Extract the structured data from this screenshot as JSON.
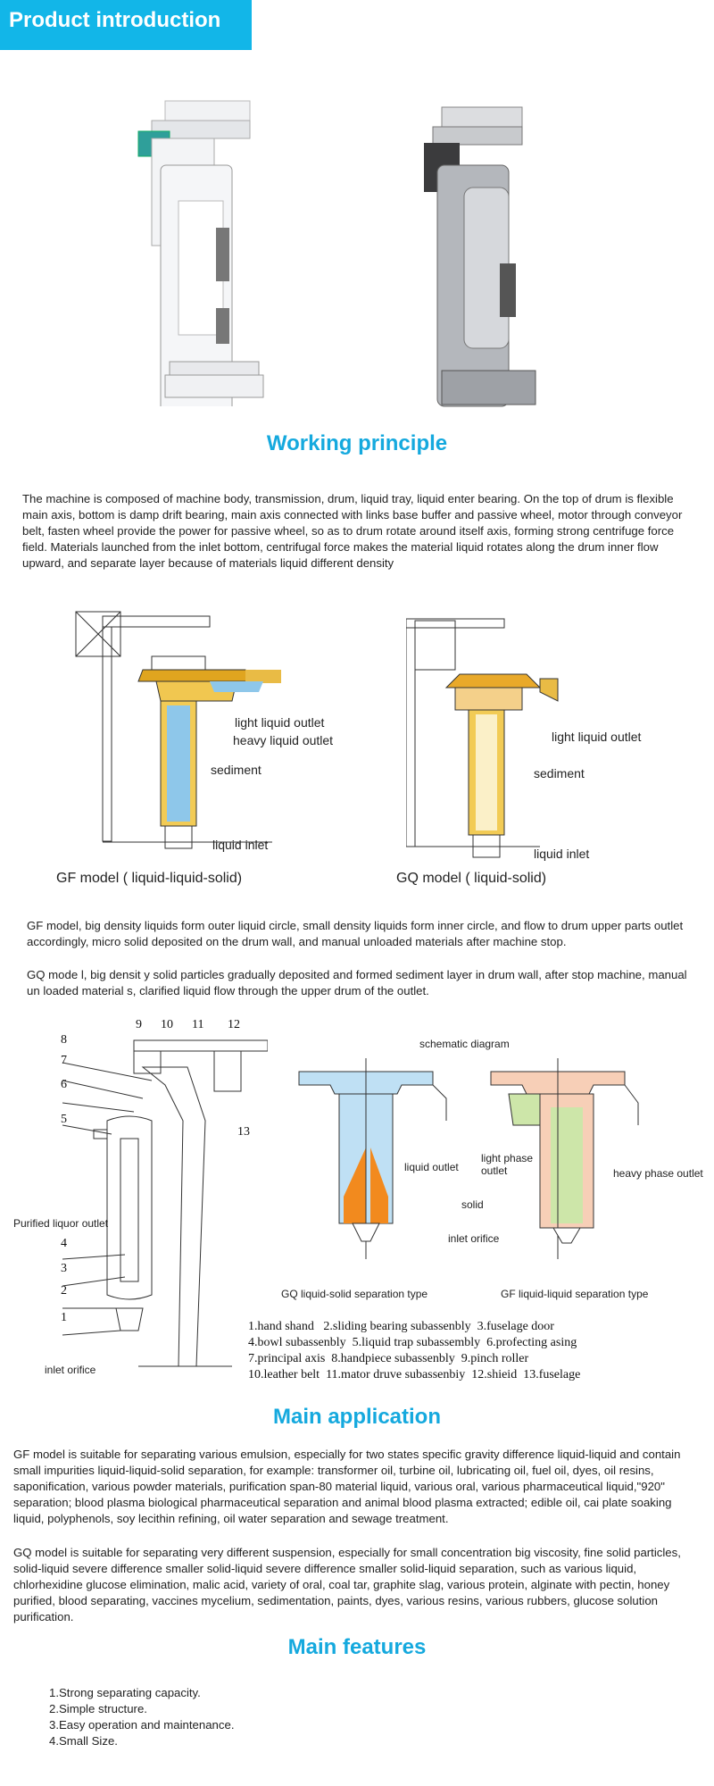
{
  "banner": {
    "title": "Product introduction"
  },
  "headings": {
    "working_principle": "Working principle",
    "main_application": "Main application",
    "main_features": "Main features"
  },
  "working_principle_text": "The machine is composed of machine body, transmission, drum, liquid tray, liquid enter bearing. On the top of drum is flexible main axis, bottom is damp drift bearing, main axis connected with links base buffer and passive wheel, motor through conveyor belt, fasten wheel provide the power for passive wheel, so as to drum rotate around itself axis, forming strong centrifuge force field. Materials launched from the inlet bottom, centrifugal force makes the material liquid rotates along the drum inner flow upward, and separate layer because of materials liquid different density",
  "models_diagram": {
    "gf_labels": {
      "light": "light liquid outlet",
      "heavy": "heavy liquid outlet",
      "sediment": "sediment",
      "inlet": "liquid inlet"
    },
    "gq_labels": {
      "light": "light liquid outlet",
      "sediment": "sediment",
      "inlet": "liquid inlet"
    },
    "gf_caption": "GF model ( liquid-liquid-solid)",
    "gq_caption": "GQ model ( liquid-solid)"
  },
  "model_desc": {
    "gf": "GF model, big density liquids form outer liquid circle, small density liquids form inner circle, and flow to drum upper parts outlet accordingly, micro solid deposited on the drum wall, and manual unloaded materials after machine stop.",
    "gq": "GQ mode l, big densit y solid particles gradually deposited and formed sediment layer in drum wall, after stop machine, manual un loaded material s, clarified liquid flow through the upper drum of the outlet."
  },
  "structure_diagram": {
    "numbers": [
      "1",
      "2",
      "3",
      "4",
      "5",
      "6",
      "7",
      "8",
      "9",
      "10",
      "11",
      "12",
      "13"
    ],
    "purified_outlet": "Purified liquor outlet",
    "inlet_orifice": "inlet orifice",
    "schematic_title": "schematic diagram",
    "liquid_outlet": "liquid outlet",
    "light_phase_outlet": "light phase outlet",
    "heavy_phase_outlet": "heavy phase outlet",
    "solid": "solid",
    "inlet_orifice2": "inlet orifice",
    "gq_type": "GQ liquid-solid separation type",
    "gf_type": "GF liquid-liquid separation type"
  },
  "parts_list": [
    "1.hand shand   2.sliding bearing subassenbly  3.fuselage door",
    "4.bowl subassenbly  5.liquid trap subassembly  6.profecting asing",
    "7.principal axis  8.handpiece subassenbly  9.pinch roller",
    "10.leather belt  11.mator druve subassenbiy  12.shieid  13.fuselage"
  ],
  "application": {
    "gf": "GF model is suitable for separating various emulsion, especially for two states specific gravity difference liquid-liquid and contain small impurities liquid-liquid-solid separation, for example: transformer oil, turbine oil, lubricating oil, fuel oil, dyes, oil resins, saponification, various powder materials, purification span-80 material liquid, various oral, various pharmaceutical liquid,\"920\" separation; blood plasma biological pharmaceutical separation and animal blood plasma extracted; edible oil, cai plate soaking liquid, polyphenols, soy lecithin refining, oil water separation and sewage treatment.",
    "gq": " GQ model is suitable for separating very different suspension, especially for small concentration big viscosity, fine solid particles, solid-liquid severe difference smaller solid-liquid severe difference smaller solid-liquid separation, such as various liquid, chlorhexidine glucose elimination, malic acid, variety of oral, coal tar, graphite slag, various protein, alginate with pectin, honey purified, blood separating, vaccines mycelium, sedimentation, paints, dyes, various resins, various rubbers, glucose solution purification."
  },
  "features": [
    "1.Strong separating capacity.",
    "2.Simple structure.",
    "3.Easy operation and maintenance.",
    "4.Small Size."
  ],
  "colors": {
    "accent": "#15a9de",
    "banner": "#12b6e8"
  }
}
